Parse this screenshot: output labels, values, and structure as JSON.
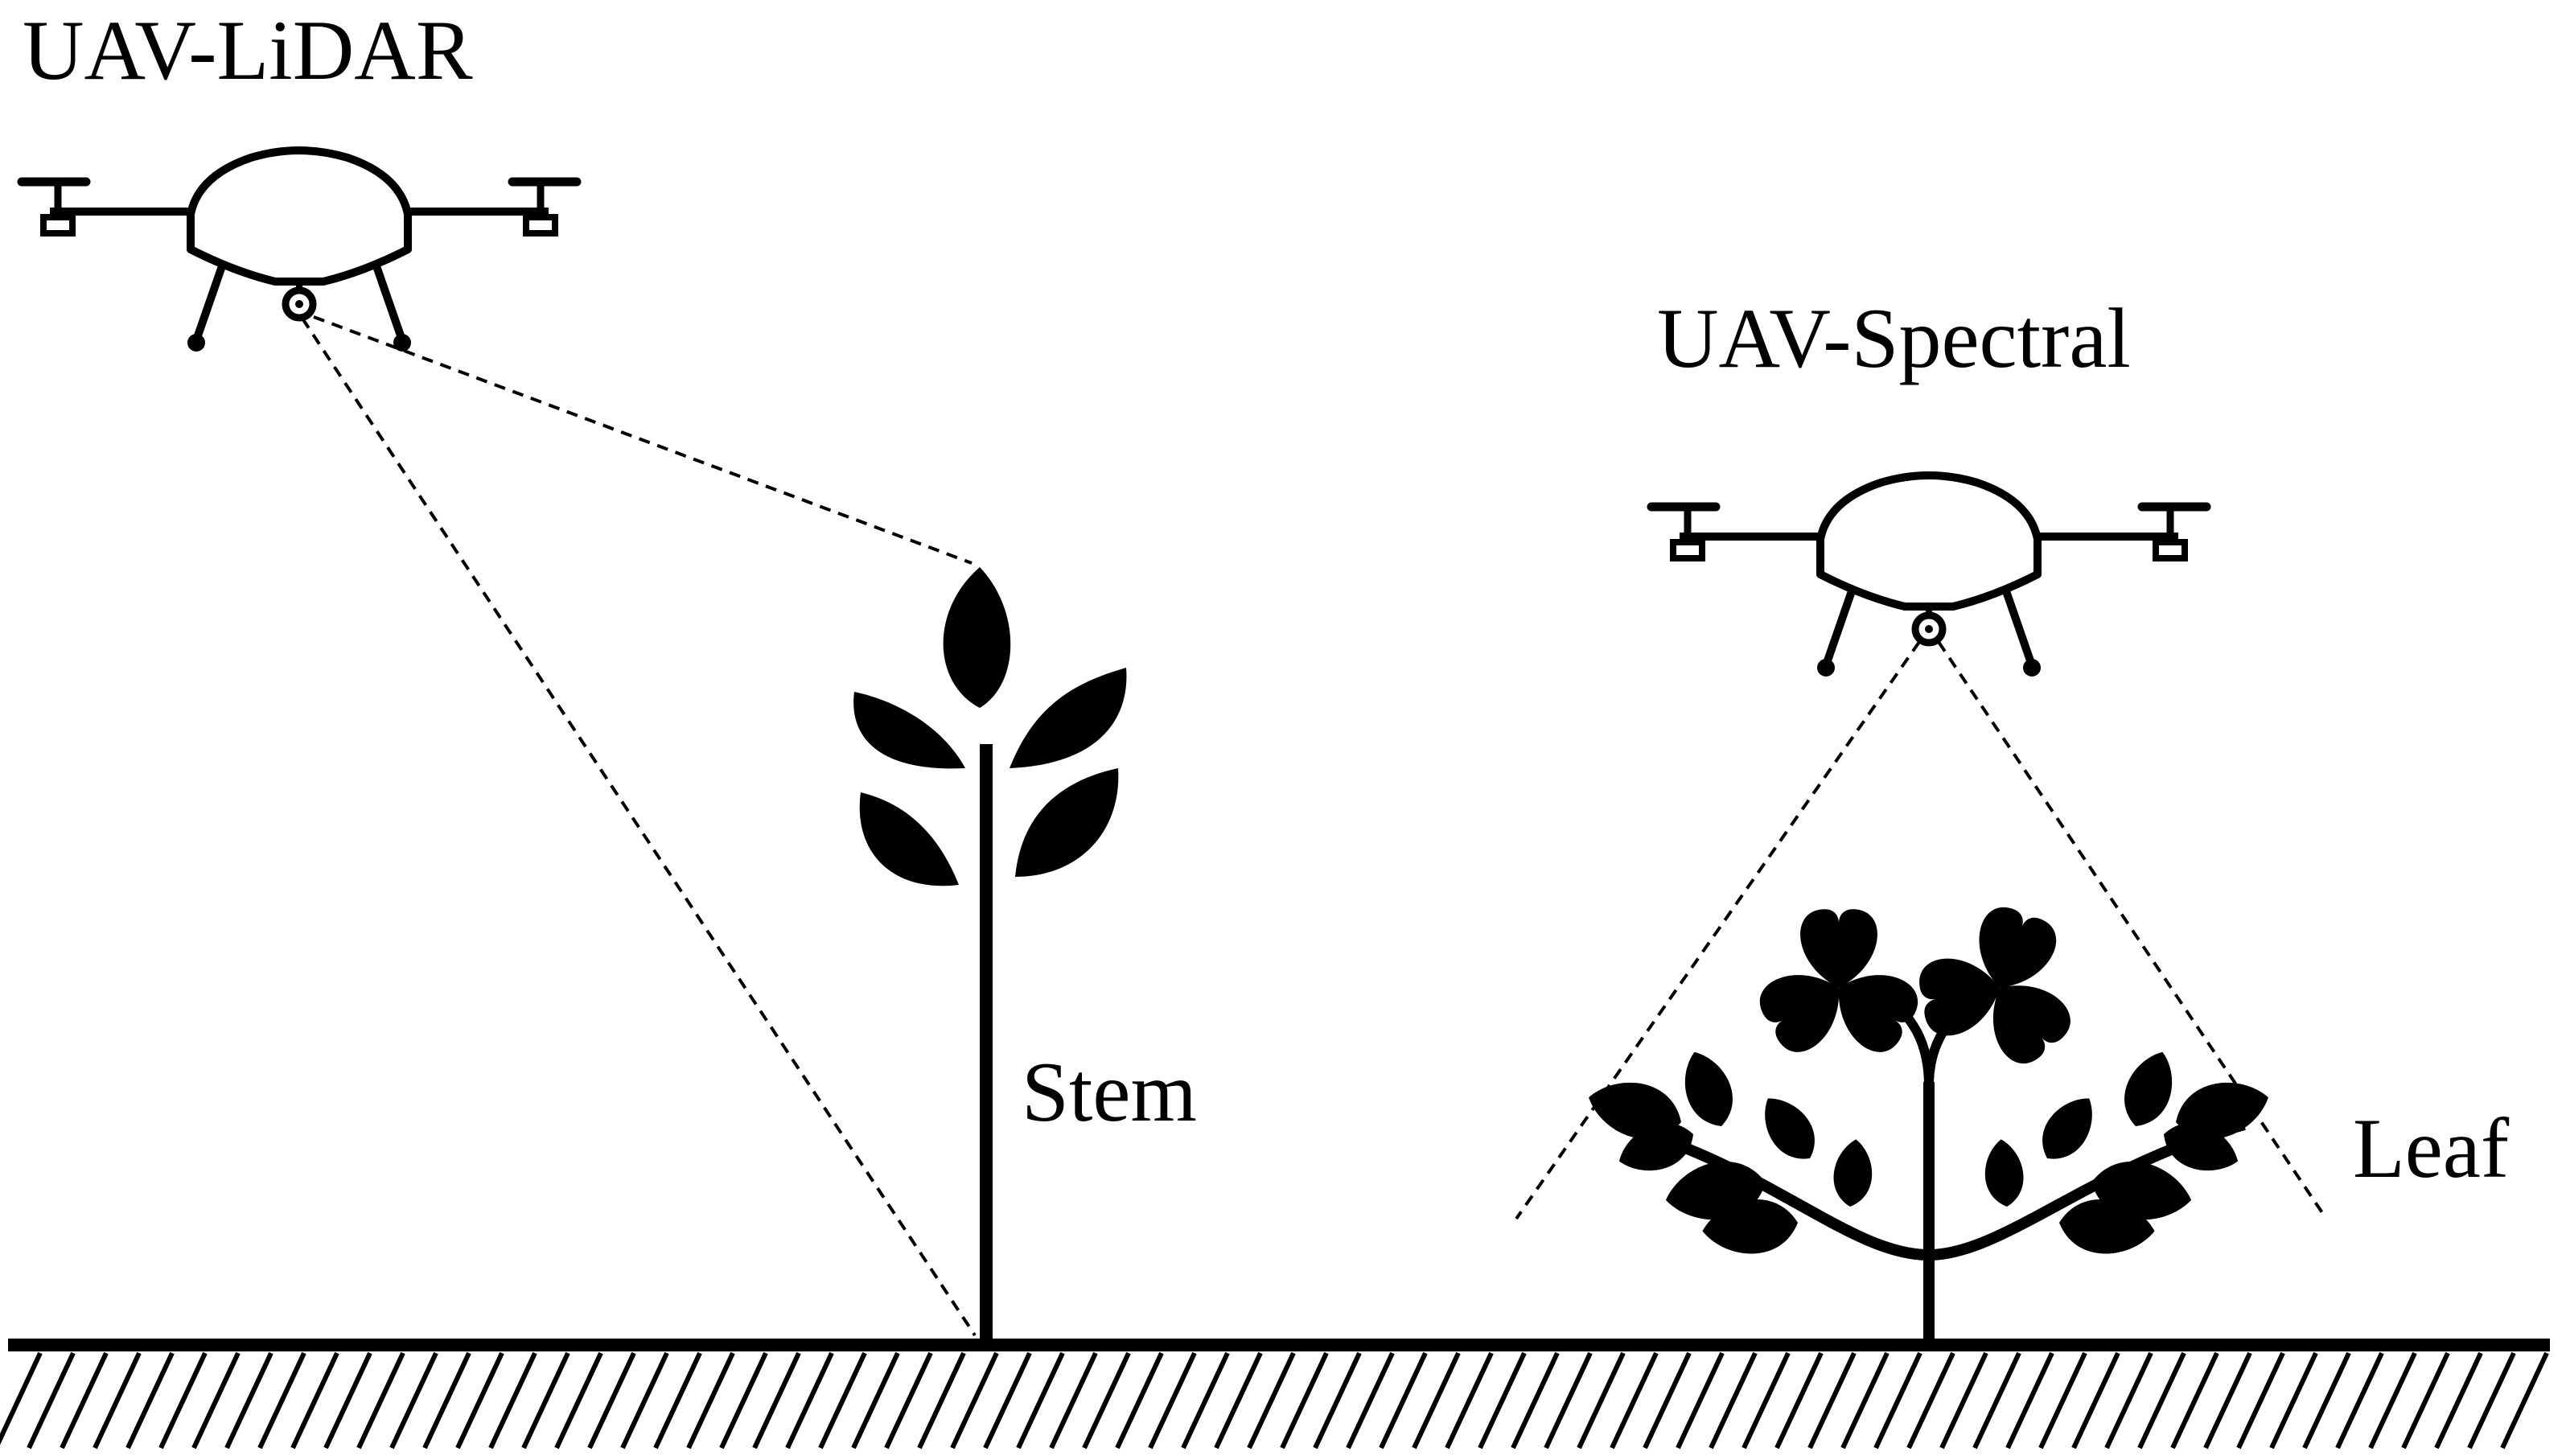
{
  "labels": {
    "lidar": "UAV-LiDAR",
    "spectral": "UAV-Spectral",
    "stem": "Stem",
    "leaf": "Leaf"
  },
  "colors": {
    "ink": "#000000",
    "background": "#ffffff"
  },
  "icons": {
    "drone_lidar": "drone-icon",
    "drone_spectral": "drone-icon",
    "plant_stem": "sprout-plant-icon",
    "plant_leaf": "leafy-plant-icon",
    "ground": "hatched-ground"
  }
}
